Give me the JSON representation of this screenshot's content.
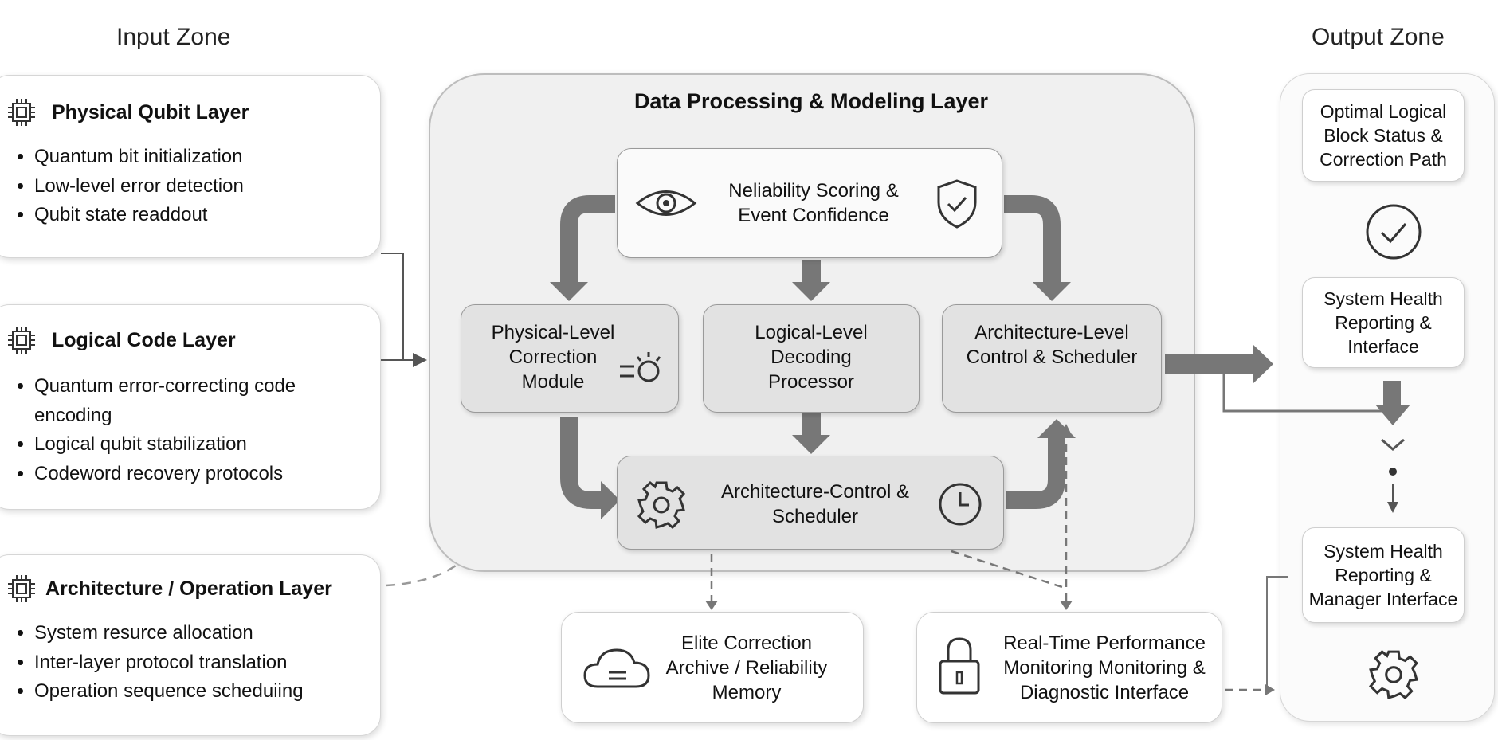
{
  "zones": {
    "input": "Input Zone",
    "output": "Output Zone"
  },
  "input_layers": [
    {
      "title": "Physical Qubit Layer",
      "items": [
        "Quantum bit initialization",
        "Low-level error detection",
        "Qubit state readdout"
      ]
    },
    {
      "title": "Logical Code Layer",
      "items": [
        "Quantum error-correcting code encoding",
        "Logical qubit stabilization",
        "Codeword recovery protocols"
      ]
    },
    {
      "title": "Architecture / Operation Layer",
      "items": [
        "System resurce allocation",
        "Inter-layer protocol translation",
        "Operation sequence scheduiing"
      ]
    }
  ],
  "processing": {
    "title": "Data Processing & Modeling Layer",
    "scoring": "Neliability Scoring & Event Confidence",
    "physical_module": "Physical-Level Correction Module",
    "logical_processor": "Logical-Level Decoding Processor",
    "architecture_control": "Architecture-Level Control & Scheduler",
    "scheduler": "Architecture-Control & Scheduler"
  },
  "bottom": {
    "archive": "Elite Correction Archive / Reliability Memory",
    "monitoring": "Real-Time Performance Monitoring Monitoring & Diagnostic Interface"
  },
  "output": {
    "status": "Optimal Logical Block Status & Correction Path",
    "health_reporting": "System Health Reporting & Interface",
    "manager_interface": "System Health Reporting & Manager Interface"
  },
  "icons": [
    "chip-icon",
    "eye-icon",
    "shield-check-icon",
    "sensor-icon",
    "gear-icon",
    "clock-icon",
    "cloud-icon",
    "lock-icon",
    "check-circle-icon"
  ]
}
